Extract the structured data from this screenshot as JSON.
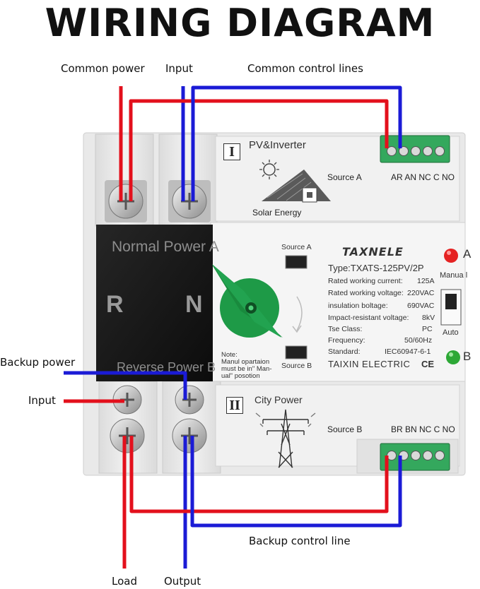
{
  "title": "WIRING DIAGRAM",
  "callouts": {
    "common_power": "Common power",
    "input_top": "Input",
    "common_control_lines": "Common control lines",
    "backup_power": "Backup power",
    "input_left": "Input",
    "backup_control_line": "Backup control line",
    "load": "Load",
    "output": "Output"
  },
  "device": {
    "panel_i": {
      "roman": "I",
      "label": "PV&Inverter",
      "image_caption": "Solar Energy",
      "source": "Source A",
      "terminals": "AR AN NC C NO"
    },
    "panel_ii": {
      "roman": "II",
      "label": "City  Power",
      "source": "Source B",
      "terminals": "BR BN NC C NO"
    },
    "black_block": {
      "top": "Normal  Power  A",
      "left": "R",
      "right": "N",
      "bottom": "Reverse  Power  B"
    },
    "switch": {
      "source_a": "Source  A",
      "source_b": "Source  B",
      "note_lines": [
        "Note:",
        "Manul opartaion",
        "must be in\" Man-",
        "ual\"  posotion"
      ]
    },
    "brand": "TAXNELE",
    "type": "Type:TXATS-125PV/2P",
    "specs": [
      {
        "label": "Rated working current:",
        "value": "125A"
      },
      {
        "label": "Rated working voltage:",
        "value": "220VAC"
      },
      {
        "label": "insulation boltage:",
        "value": "690VAC"
      },
      {
        "label": "Impact-resistant voltage:",
        "value": "8kV"
      },
      {
        "label": "Tse  Class:",
        "value": "PC"
      },
      {
        "label": "Frequency:",
        "value": "50/60Hz"
      },
      {
        "label": "Standard:",
        "value": "IEC60947-6-1"
      }
    ],
    "manufacturer": "TAIXIN ELECTRIC",
    "ce_mark": "CE",
    "indicator_a": "A",
    "indicator_b": "B",
    "manual_label": "Manua l",
    "auto_label": "Auto"
  },
  "colors": {
    "live_wire": "#e3101c",
    "neutral_wire": "#1b1bd6",
    "terminal_green": "#2fa35a",
    "handle_green": "#1f9a45",
    "black_block": "#151515"
  }
}
